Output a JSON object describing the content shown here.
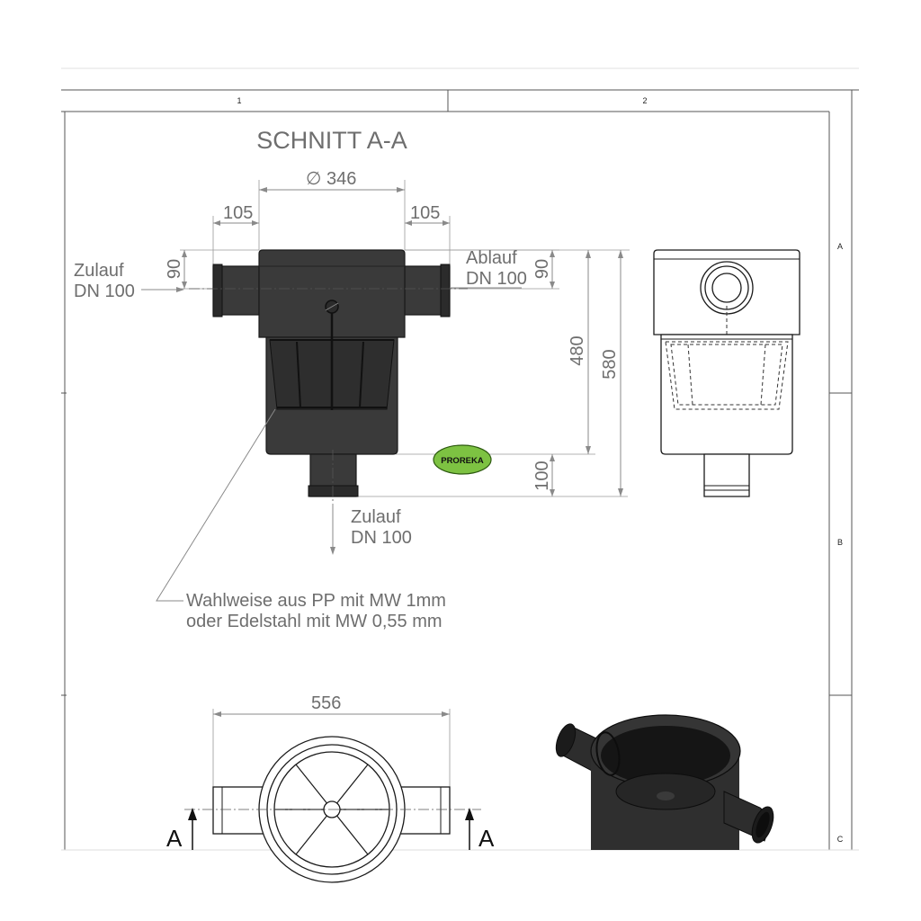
{
  "sheet": {
    "columns": [
      "1",
      "2"
    ],
    "rows": [
      "A",
      "B",
      "C"
    ]
  },
  "section_title": "SCHNITT A-A",
  "dimensions": {
    "diameter_symbol": "∅",
    "diameter": "346",
    "left_offset": "105",
    "right_offset": "105",
    "inlet_height_left": "90",
    "outlet_height_right": "90",
    "height_inner": "480",
    "height_total": "580",
    "bottom_outlet": "100",
    "top_view_width": "556"
  },
  "labels": {
    "inlet_left_line1": "Zulauf",
    "inlet_left_line2": "DN 100",
    "outlet_right_line1": "Ablauf",
    "outlet_right_line2": "DN 100",
    "inlet_bottom_line1": "Zulauf",
    "inlet_bottom_line2": "DN 100",
    "note_line1": "Wahlweise aus PP mit MW 1mm",
    "note_line2": "oder Edelstahl mit MW 0,55 mm",
    "section_marker": "A"
  },
  "logo": {
    "text": "PROREKA",
    "color": "#7dc242"
  }
}
